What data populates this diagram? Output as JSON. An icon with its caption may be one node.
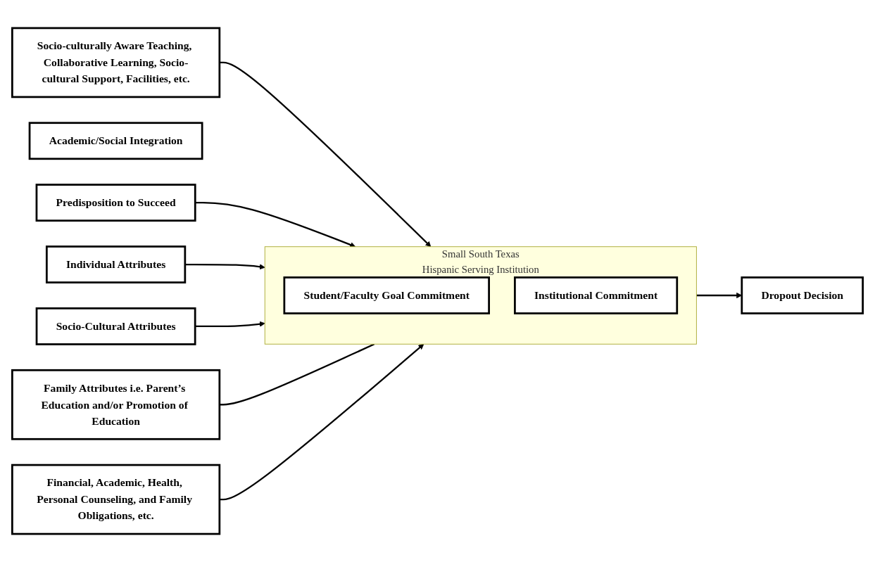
{
  "diagram": {
    "nodes": [
      {
        "text": [
          "Socio-culturally Aware Teaching, Collaborative Learning, Socio-cultural Support, Facilities, etc."
        ]
      },
      {
        "text": [
          "Academic/Social Integration"
        ]
      },
      {
        "text": [
          "Predisposition to Succeed"
        ]
      },
      {
        "text": [
          "Individual Attributes"
        ]
      },
      {
        "text": [
          "Small South Texas",
          "Hispanic Serving Institution"
        ]
      },
      {
        "text": [
          "Student/Faculty Goal Commitment"
        ],
        "in": 4
      },
      {
        "text": [
          "Institutional Commitment"
        ],
        "in": 4
      },
      {
        "text": [
          "Dropout Decision"
        ]
      },
      {
        "text": [
          "Socio-Cultural Attributes"
        ]
      },
      {
        "text": [
          "Family Attributes i.e. Parent’s Education and/or Promotion of Education"
        ]
      },
      {
        "text": [
          "Financial, Academic, Health, Personal Counseling, and Family Obligations, etc."
        ]
      }
    ],
    "edges": [
      {
        "from": 0,
        "to": 4,
        "arrow": "to"
      },
      {
        "from": 2,
        "to": 4,
        "arrow": "to"
      },
      {
        "from": 3,
        "to": 4,
        "arrow": "to"
      },
      {
        "from": 4,
        "to": 7,
        "arrow": "to"
      },
      {
        "from": 8,
        "to": 4,
        "arrow": "to"
      },
      {
        "from": 9,
        "to": 4,
        "arrow": "none"
      },
      {
        "from": 10,
        "to": 4,
        "arrow": "to"
      }
    ]
  }
}
